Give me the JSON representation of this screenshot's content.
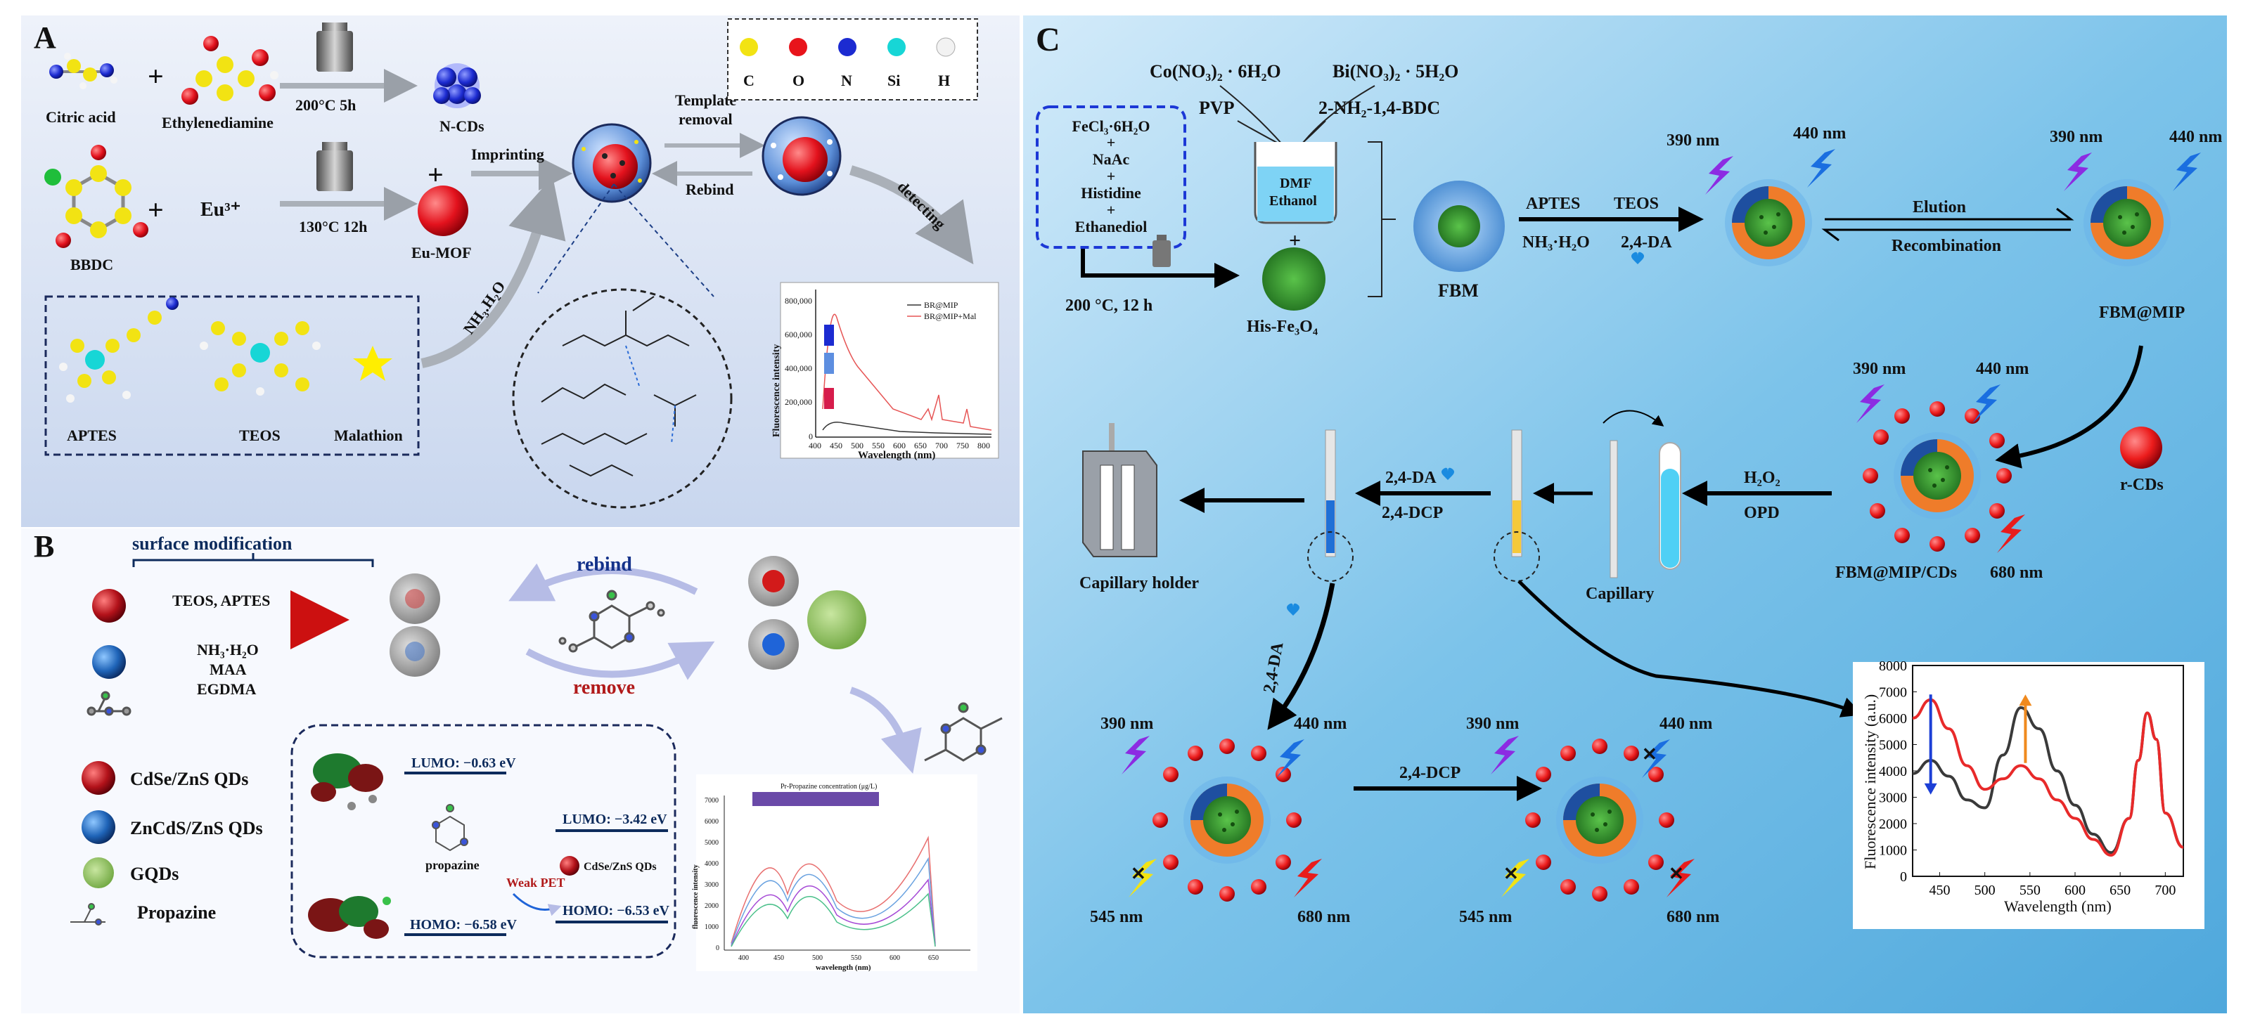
{
  "panelA": {
    "letter": "A",
    "citric_acid": "Citric acid",
    "ethylenediamine": "Ethylenediamine",
    "cond1": "200°C 5h",
    "ncds": "N-CDs",
    "bbdc": "BBDC",
    "eu3": "Eu³⁺",
    "cond2": "130°C 12h",
    "eumof": "Eu-MOF",
    "imprinting": "Imprinting",
    "template_removal_1": "Template",
    "template_removal_2": "removal",
    "rebind": "Rebind",
    "detecting": "detecting",
    "nh3": "NH₃.H₂O",
    "aptes": "APTES",
    "teos": "TEOS",
    "malathion": "Malathion",
    "legend": [
      "C",
      "O",
      "N",
      "Si",
      "H"
    ],
    "legend_colors": [
      "#f2e313",
      "#e8141b",
      "#1c2bd1",
      "#17d6d6",
      "#f2f2f2"
    ],
    "inset": {
      "legend": [
        "BR@MIP",
        "BR@MIP+Mal"
      ],
      "xlabel": "Wavelength (nm)",
      "ylabel": "Fluorescence intensity",
      "yticks": [
        "0",
        "200,000",
        "400,000",
        "600,000",
        "800,000"
      ],
      "xticks": [
        "400",
        "450",
        "500",
        "550",
        "600",
        "650",
        "700",
        "750",
        "800"
      ]
    }
  },
  "panelB": {
    "letter": "B",
    "surface_mod": "surface modification",
    "teos_aptes": "TEOS, APTES",
    "nh3": "NH₃·H₂O",
    "maa": "MAA",
    "egdma": "EGDMA",
    "rebind": "rebind",
    "remove": "remove",
    "legend": [
      "CdSe/ZnS QDs",
      "ZnCdS/ZnS QDs",
      "GQDs",
      "Propazine"
    ],
    "lumo1": "LUMO: −0.63 eV",
    "homo1": "HOMO: −6.58 eV",
    "lumo2": "LUMO: −3.42 eV",
    "homo2": "HOMO: −6.53 eV",
    "propazine": "propazine",
    "weak_pet": "Weak  PET",
    "cdse": "CdSe/ZnS QDs",
    "inset": {
      "title": "Pr-Propazine concentration (μg/L)",
      "xlabel": "wavelength (nm)",
      "ylabel": "fluorescence intensity",
      "xticks": [
        "400",
        "450",
        "500",
        "550",
        "600",
        "650"
      ],
      "yticks": [
        "0",
        "1000",
        "2000",
        "3000",
        "4000",
        "5000",
        "6000",
        "7000"
      ]
    }
  },
  "panelC": {
    "letter": "C",
    "co": "Co(NO₃)₂ · 6H₂O",
    "bi": "Bi(NO₃)₂ · 5H₂O",
    "pvp": "PVP",
    "bdc": "2-NH₂-1,4-BDC",
    "reagents": [
      "FeCl₃·6H₂O",
      "+",
      "NaAc",
      "+",
      "Histidine",
      "+",
      "Ethanediol"
    ],
    "dmf": "DMF",
    "ethanol": "Ethanol",
    "plus": "+",
    "cond": "200 °C,  12 h",
    "hisfe": "His-Fe₃O₄",
    "fbm": "FBM",
    "aptes": "APTES",
    "teos": "TEOS",
    "nh3": "NH₃·H₂O",
    "da": "2,4-DA",
    "nm390": "390 nm",
    "nm440": "440 nm",
    "nm680": "680 nm",
    "nm545": "545 nm",
    "elution": "Elution",
    "recombination": "Recombination",
    "fbmmip": "FBM@MIP",
    "rcds": "r-CDs",
    "h2o2": "H₂O₂",
    "opd": "OPD",
    "fbmmipcds": "FBM@MIP/CDs",
    "capillary": "Capillary",
    "capillary_holder": "Capillary holder",
    "da2": "2,4-DA",
    "dcp": "2,4-DCP",
    "dcp2": "2,4-DCP",
    "da3": "2,4-DA"
  },
  "chart_data": {
    "type": "line",
    "xlabel": "Wavelength (nm)",
    "ylabel": "Fluorescence intensity (a.u.)",
    "xlim": [
      420,
      720
    ],
    "ylim": [
      0,
      8000
    ],
    "xticks": [
      450,
      500,
      550,
      600,
      650,
      700
    ],
    "yticks": [
      0,
      1000,
      2000,
      3000,
      4000,
      5000,
      6000,
      7000,
      8000
    ],
    "series": [
      {
        "color": "#3a3a3a",
        "x": [
          420,
          440,
          460,
          480,
          500,
          520,
          540,
          560,
          580,
          600,
          620,
          640,
          660,
          670,
          680,
          690,
          700,
          720
        ],
        "y": [
          3900,
          4400,
          3800,
          2900,
          2600,
          4600,
          6400,
          5600,
          4000,
          2700,
          1600,
          900,
          2200,
          4400,
          6200,
          5200,
          2400,
          1100
        ]
      },
      {
        "color": "#e82a2a",
        "x": [
          420,
          440,
          460,
          480,
          500,
          520,
          540,
          560,
          580,
          600,
          620,
          640,
          660,
          670,
          680,
          690,
          700,
          720
        ],
        "y": [
          6000,
          6700,
          5600,
          4200,
          3300,
          3700,
          4200,
          3700,
          2900,
          2200,
          1400,
          800,
          2200,
          4400,
          6200,
          5200,
          2400,
          1100
        ]
      }
    ],
    "arrows": [
      {
        "color": "#1c3fd6",
        "x": 440,
        "from": 6900,
        "to": 3100
      },
      {
        "color": "#f08a1e",
        "x": 545,
        "from": 4300,
        "to": 6900
      }
    ]
  }
}
